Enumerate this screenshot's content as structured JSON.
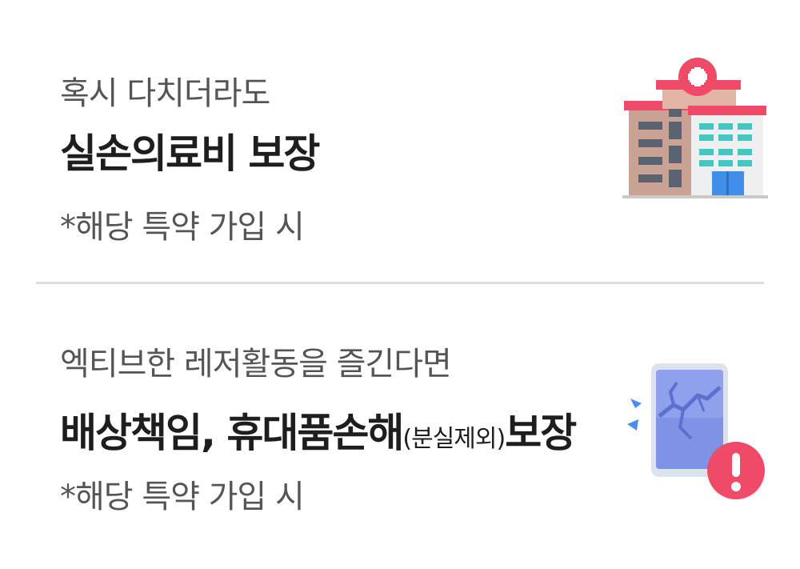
{
  "sections": [
    {
      "subtitle": "혹시 다치더라도",
      "title": "실손의료비 보장",
      "note": "*해당 특약 가입 시",
      "icon": "hospital-icon"
    },
    {
      "subtitle": "엑티브한 레저활동을 즐긴다면",
      "title_main": "배상책임, 휴대품손해",
      "title_paren": "(분실제외)",
      "title_end": "보장",
      "note": "*해당 특약 가입 시",
      "icon": "cracked-phone-alert-icon"
    }
  ],
  "colors": {
    "accent_red": "#ef4a67",
    "text_dark": "#1e1e1e",
    "text_gray": "#555555",
    "divider": "#dddddd"
  }
}
